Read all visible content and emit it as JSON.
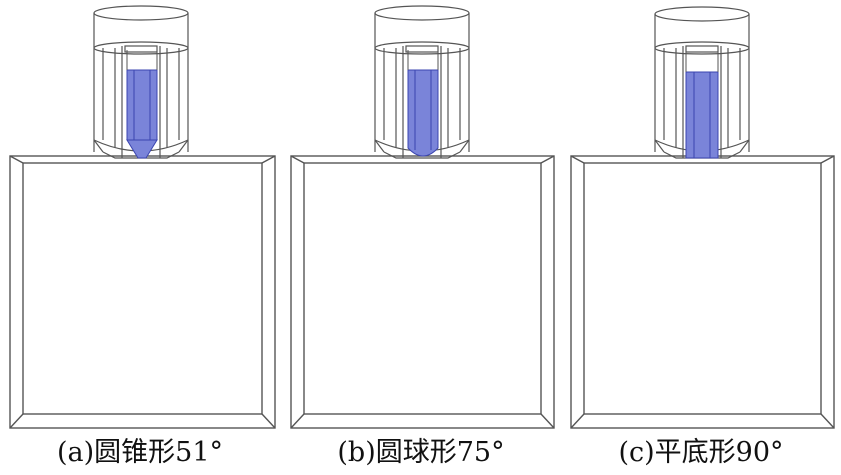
{
  "panels": [
    {
      "caption": "(a)圆锥形51°",
      "tip_shape": "cone"
    },
    {
      "caption": "(b)圆球形75°",
      "tip_shape": "sphere"
    },
    {
      "caption": "(c)平底形90°",
      "tip_shape": "flat"
    }
  ],
  "colors": {
    "background": "#ffffff",
    "wireframe_line": "#555555",
    "fill_inner": "#7a84d9",
    "fill_inner_dark": "#3b45b0"
  }
}
